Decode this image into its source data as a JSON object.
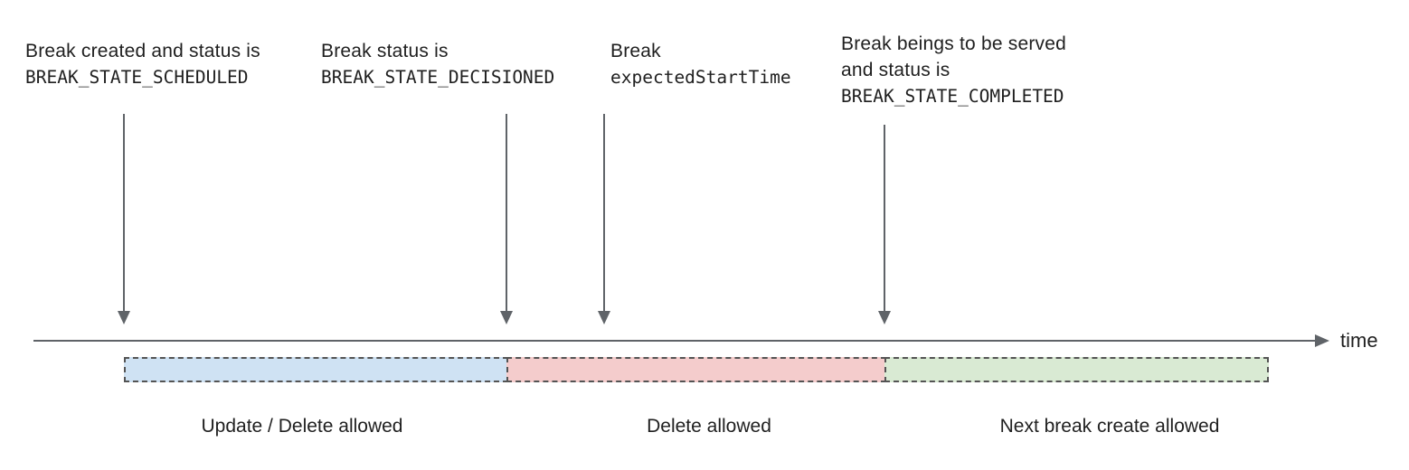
{
  "annotations": [
    {
      "sans_lines": [
        "Break created and status is"
      ],
      "mono_line": "BREAK_STATE_SCHEDULED"
    },
    {
      "sans_lines": [
        "Break status is"
      ],
      "mono_line": "BREAK_STATE_DECISIONED"
    },
    {
      "sans_lines": [
        "Break"
      ],
      "mono_line": "expectedStartTime"
    },
    {
      "sans_lines": [
        "Break beings to be served",
        "and status is"
      ],
      "mono_line": "BREAK_STATE_COMPLETED"
    }
  ],
  "timeline": {
    "axis_label": "time"
  },
  "segments": [
    {
      "label": "Update / Delete allowed",
      "fill": "#cfe2f3"
    },
    {
      "label": "Delete allowed",
      "fill": "#f4cccc"
    },
    {
      "label": "Next break create allowed",
      "fill": "#d9ead3"
    }
  ],
  "colors": {
    "arrow_and_axis": "#5f6368",
    "segment_border": "#545454",
    "text": "#1f1f1f",
    "segment_blue": "#cfe2f3",
    "segment_red": "#f4cccc",
    "segment_green": "#d9ead3"
  }
}
